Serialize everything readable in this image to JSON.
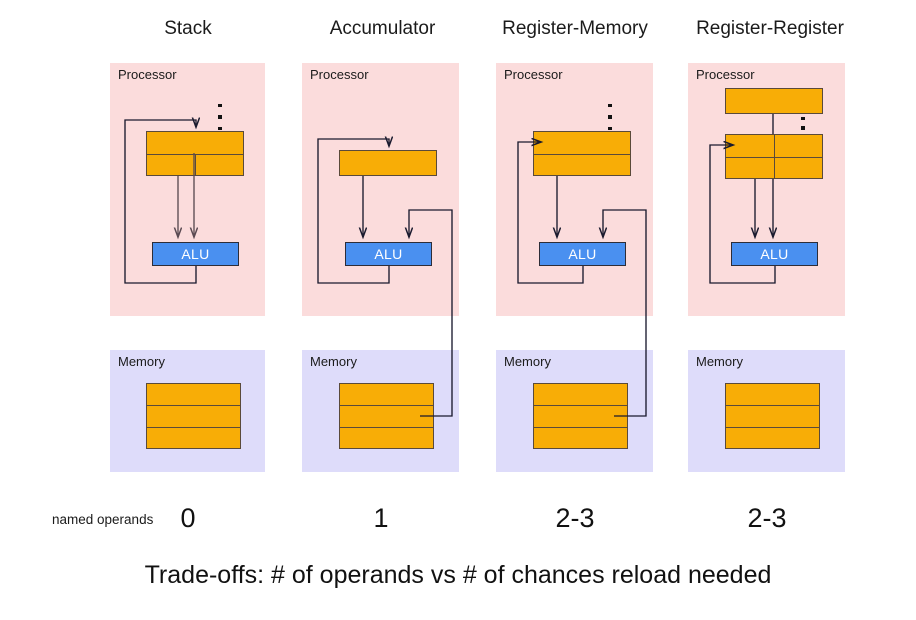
{
  "diagram": {
    "title_row": [
      {
        "label": "Stack"
      },
      {
        "label": "Accumulator"
      },
      {
        "label": "Register-Memory"
      },
      {
        "label": "Register-Register"
      }
    ],
    "panel_labels": {
      "processor": "Processor",
      "memory": "Memory"
    },
    "alu_label": "ALU",
    "operands_row_label": "named operands",
    "operand_counts": [
      "0",
      "1",
      "2-3",
      "2-3"
    ],
    "footer": "Trade-offs:  # of operands vs # of chances reload needed",
    "colors": {
      "processor_panel": "#fbdcdc",
      "memory_panel": "#dedcfa",
      "register_box": "#f8ad06",
      "register_border": "#5a4a3a",
      "alu_fill": "#4a90f0",
      "alu_border": "#2d2d38",
      "alu_text": "#ffffff",
      "wire": "#1a1a2e",
      "text": "#1b1b1b",
      "background": "#ffffff"
    },
    "columns": [
      {
        "name": "stack",
        "title": "Stack",
        "operands": "0",
        "processor": {
          "register_rows": 2,
          "register_cols": 1,
          "has_ellipsis": true,
          "has_top_box": false,
          "incoming_arrow_side": "top",
          "alu_inputs": 2
        },
        "memory": {
          "rows": 3,
          "connected_to_alu": false
        }
      },
      {
        "name": "accumulator",
        "title": "Accumulator",
        "operands": "1",
        "processor": {
          "register_rows": 1,
          "register_cols": 1,
          "has_ellipsis": false,
          "has_top_box": false,
          "incoming_arrow_side": "top",
          "alu_inputs": 2
        },
        "memory": {
          "rows": 3,
          "connected_to_alu": true
        }
      },
      {
        "name": "register-memory",
        "title": "Register-Memory",
        "operands": "2-3",
        "processor": {
          "register_rows": 2,
          "register_cols": 1,
          "has_ellipsis": true,
          "has_top_box": false,
          "incoming_arrow_side": "left",
          "alu_inputs": 2
        },
        "memory": {
          "rows": 3,
          "connected_to_alu": true
        }
      },
      {
        "name": "register-register",
        "title": "Register-Register",
        "operands": "2-3",
        "processor": {
          "register_rows": 2,
          "register_cols": 2,
          "has_ellipsis": true,
          "has_top_box": true,
          "incoming_arrow_side": "left",
          "alu_inputs": 2
        },
        "memory": {
          "rows": 3,
          "connected_to_alu": false
        }
      }
    ]
  }
}
